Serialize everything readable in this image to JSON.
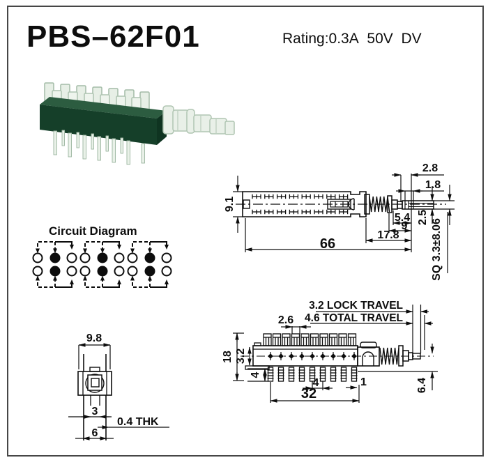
{
  "header": {
    "title": "PBS–62F01",
    "rating": "Rating:0.3A  50V  DV"
  },
  "circuit": {
    "label": "Circuit Diagram",
    "group_offsets": [
      0,
      68,
      136
    ],
    "columns_x": [
      54,
      79,
      103
    ],
    "rows_y": [
      370,
      389
    ],
    "pattern": [
      "open",
      "filled",
      "open"
    ],
    "radius": 6.5
  },
  "top_view": {
    "d91": "9.1",
    "d28": "2.8",
    "d18": "1.8",
    "d54": "5.4",
    "d9": "9",
    "d178": "17.8",
    "d66": "66",
    "d25": "2.5",
    "dsq": "SQ 3.3±8.06"
  },
  "side_view": {
    "lock": "3.2 LOCK TRAVEL",
    "total": "4.6 TOTAL TRAVEL",
    "d26": "2.6",
    "d18": "18",
    "d32s": "3.2",
    "d4a": "4",
    "d4b": "4",
    "d1": "1",
    "d32": "32",
    "d64": "6.4"
  },
  "front_view": {
    "d98": "9.8",
    "d3": "3",
    "dthk": "0.4 THK",
    "d6": "6"
  }
}
